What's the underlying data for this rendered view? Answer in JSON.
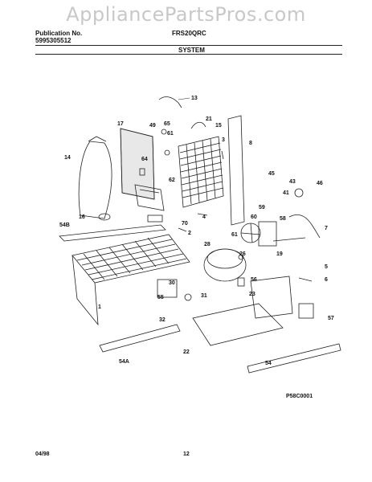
{
  "watermark": "AppliancePartsPros.com",
  "header": {
    "publication_label": "Publication No.",
    "publication_number": "5995305512",
    "model": "FRS20QRC",
    "section": "SYSTEM"
  },
  "diagram": {
    "code": "P58C0001",
    "callouts": [
      "13",
      "17",
      "49",
      "65",
      "21",
      "15",
      "61",
      "8",
      "3",
      "14",
      "64",
      "62",
      "45",
      "43",
      "46",
      "41",
      "16",
      "70",
      "59",
      "54B",
      "2",
      "4",
      "60",
      "58",
      "7",
      "61",
      "28",
      "26",
      "19",
      "1",
      "30",
      "5",
      "6",
      "55",
      "31",
      "56",
      "23",
      "32",
      "57",
      "22",
      "54A",
      "54"
    ]
  },
  "footer": {
    "date": "04/98",
    "page": "12"
  }
}
